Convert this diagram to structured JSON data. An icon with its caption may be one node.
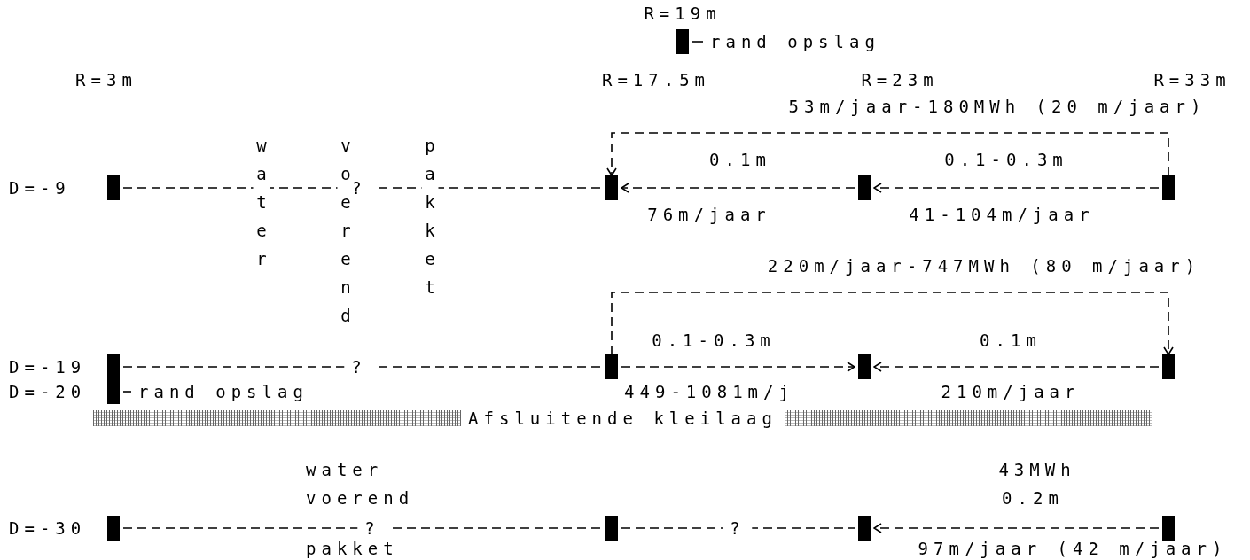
{
  "diagram": {
    "nodes": [
      {
        "text": [],
        "shape": "bar"
      },
      {
        "text": [
          "rand opslag"
        ]
      },
      {
        "text": [],
        "shape": "bar"
      },
      {
        "text": [],
        "shape": "bar"
      },
      {
        "text": [],
        "shape": "bar"
      },
      {
        "text": [],
        "shape": "bar"
      },
      {
        "text": [],
        "shape": "bar"
      },
      {
        "text": [],
        "shape": "bar"
      },
      {
        "text": [],
        "shape": "bar"
      },
      {
        "text": [],
        "shape": "bar"
      },
      {
        "text": [],
        "shape": "bar"
      },
      {
        "text": [
          "rand opslag"
        ]
      },
      {
        "text": [],
        "shape": "bar"
      },
      {
        "text": [],
        "shape": "bar"
      },
      {
        "text": [],
        "shape": "bar"
      },
      {
        "text": [],
        "shape": "bar"
      },
      {
        "text": [
          "Afsluitende kleilaag"
        ]
      }
    ],
    "edges": [
      {
        "from": 1,
        "to": 0,
        "arrow": "none"
      },
      {
        "from": 5,
        "to": 3,
        "arrow": "to",
        "style": "dashed",
        "label": "53m/jaar-180MWh (20 m/jaar)"
      },
      {
        "from": 2,
        "to": 3,
        "arrow": "none",
        "style": "dashed",
        "label": "?"
      },
      {
        "from": 4,
        "to": 3,
        "arrow": "to",
        "style": "dashed",
        "label": "0.1m"
      },
      {
        "from": 5,
        "to": 4,
        "arrow": "to",
        "style": "dashed",
        "label": "0.1-0.3m"
      },
      {
        "from": 7,
        "to": 9,
        "arrow": "to",
        "style": "dashed",
        "label": "220m/jaar-747MWh (80 m/jaar)"
      },
      {
        "from": 6,
        "to": 7,
        "arrow": "none",
        "style": "dashed",
        "label": "?"
      },
      {
        "from": 7,
        "to": 8,
        "arrow": "to",
        "style": "dashed",
        "label": "0.1-0.3m"
      },
      {
        "from": 9,
        "to": 8,
        "arrow": "to",
        "style": "dashed",
        "label": "0.1m"
      },
      {
        "from": 11,
        "to": 10,
        "arrow": "none"
      },
      {
        "from": 12,
        "to": 13,
        "arrow": "none",
        "style": "dashed",
        "label": "?"
      },
      {
        "from": 13,
        "to": 14,
        "arrow": "none",
        "style": "dashed",
        "label": "?"
      },
      {
        "from": 15,
        "to": 14,
        "arrow": "to",
        "style": "dashed",
        "label": "0.2m"
      }
    ],
    "labels": [
      "R=19m",
      "R=3m",
      "R=17.5m",
      "R=23m",
      "R=33m",
      "water",
      "voerend",
      "pakket",
      "D=-9",
      "76m/jaar",
      "41-104m/jaar",
      "D=-19",
      "D=-20",
      "449-1081m/j",
      "210m/jaar",
      "water",
      "43MWh",
      "voerend",
      "D=-30",
      "pakket",
      "97m/jaar (42 m/jaar)"
    ]
  }
}
